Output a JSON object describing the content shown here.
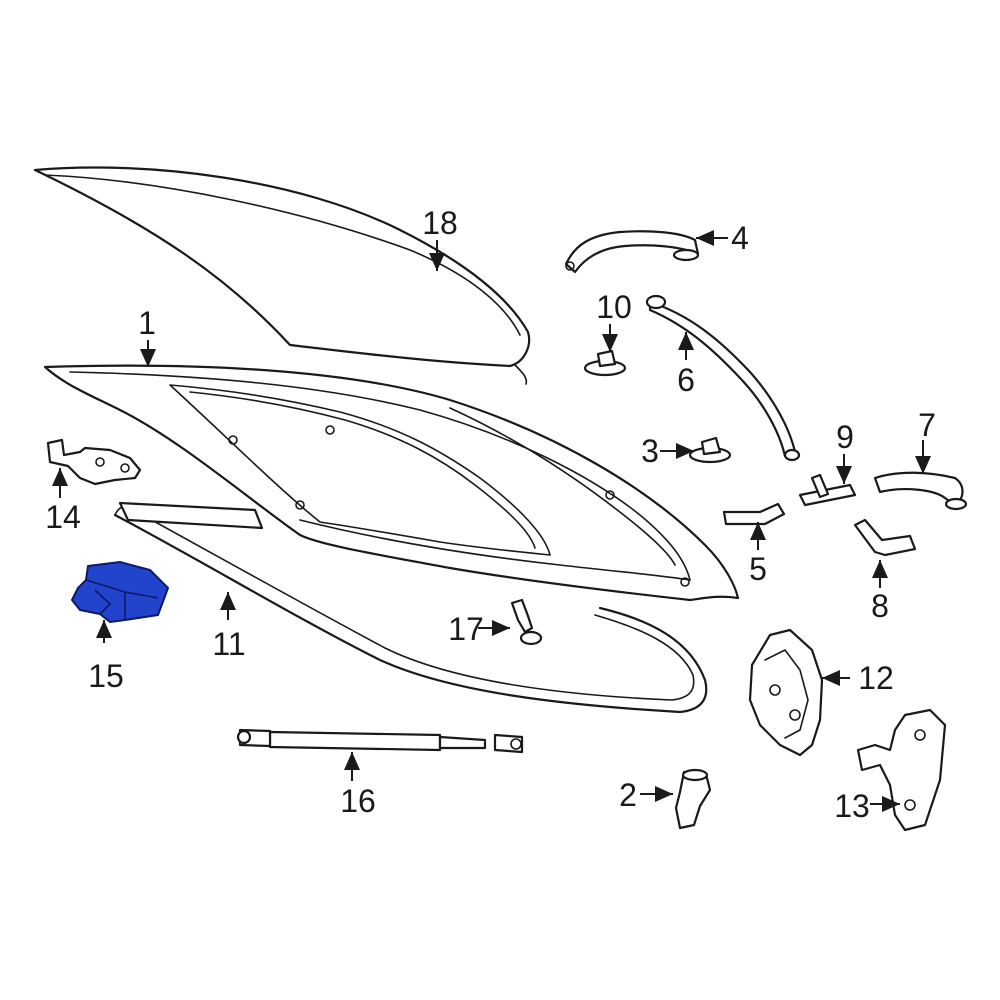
{
  "colors": {
    "line": "#1a1a1a",
    "highlight": "#2244cc",
    "background": "#ffffff"
  },
  "highlighted_part": "15",
  "callouts": [
    {
      "id": "c1",
      "label": "1"
    },
    {
      "id": "c2",
      "label": "2"
    },
    {
      "id": "c3",
      "label": "3"
    },
    {
      "id": "c4",
      "label": "4"
    },
    {
      "id": "c5",
      "label": "5"
    },
    {
      "id": "c6",
      "label": "6"
    },
    {
      "id": "c7",
      "label": "7"
    },
    {
      "id": "c8",
      "label": "8"
    },
    {
      "id": "c9",
      "label": "9"
    },
    {
      "id": "c10",
      "label": "10"
    },
    {
      "id": "c11",
      "label": "11"
    },
    {
      "id": "c12",
      "label": "12"
    },
    {
      "id": "c13",
      "label": "13"
    },
    {
      "id": "c14",
      "label": "14"
    },
    {
      "id": "c15",
      "label": "15"
    },
    {
      "id": "c16",
      "label": "16"
    },
    {
      "id": "c17",
      "label": "17"
    },
    {
      "id": "c18",
      "label": "18"
    }
  ]
}
